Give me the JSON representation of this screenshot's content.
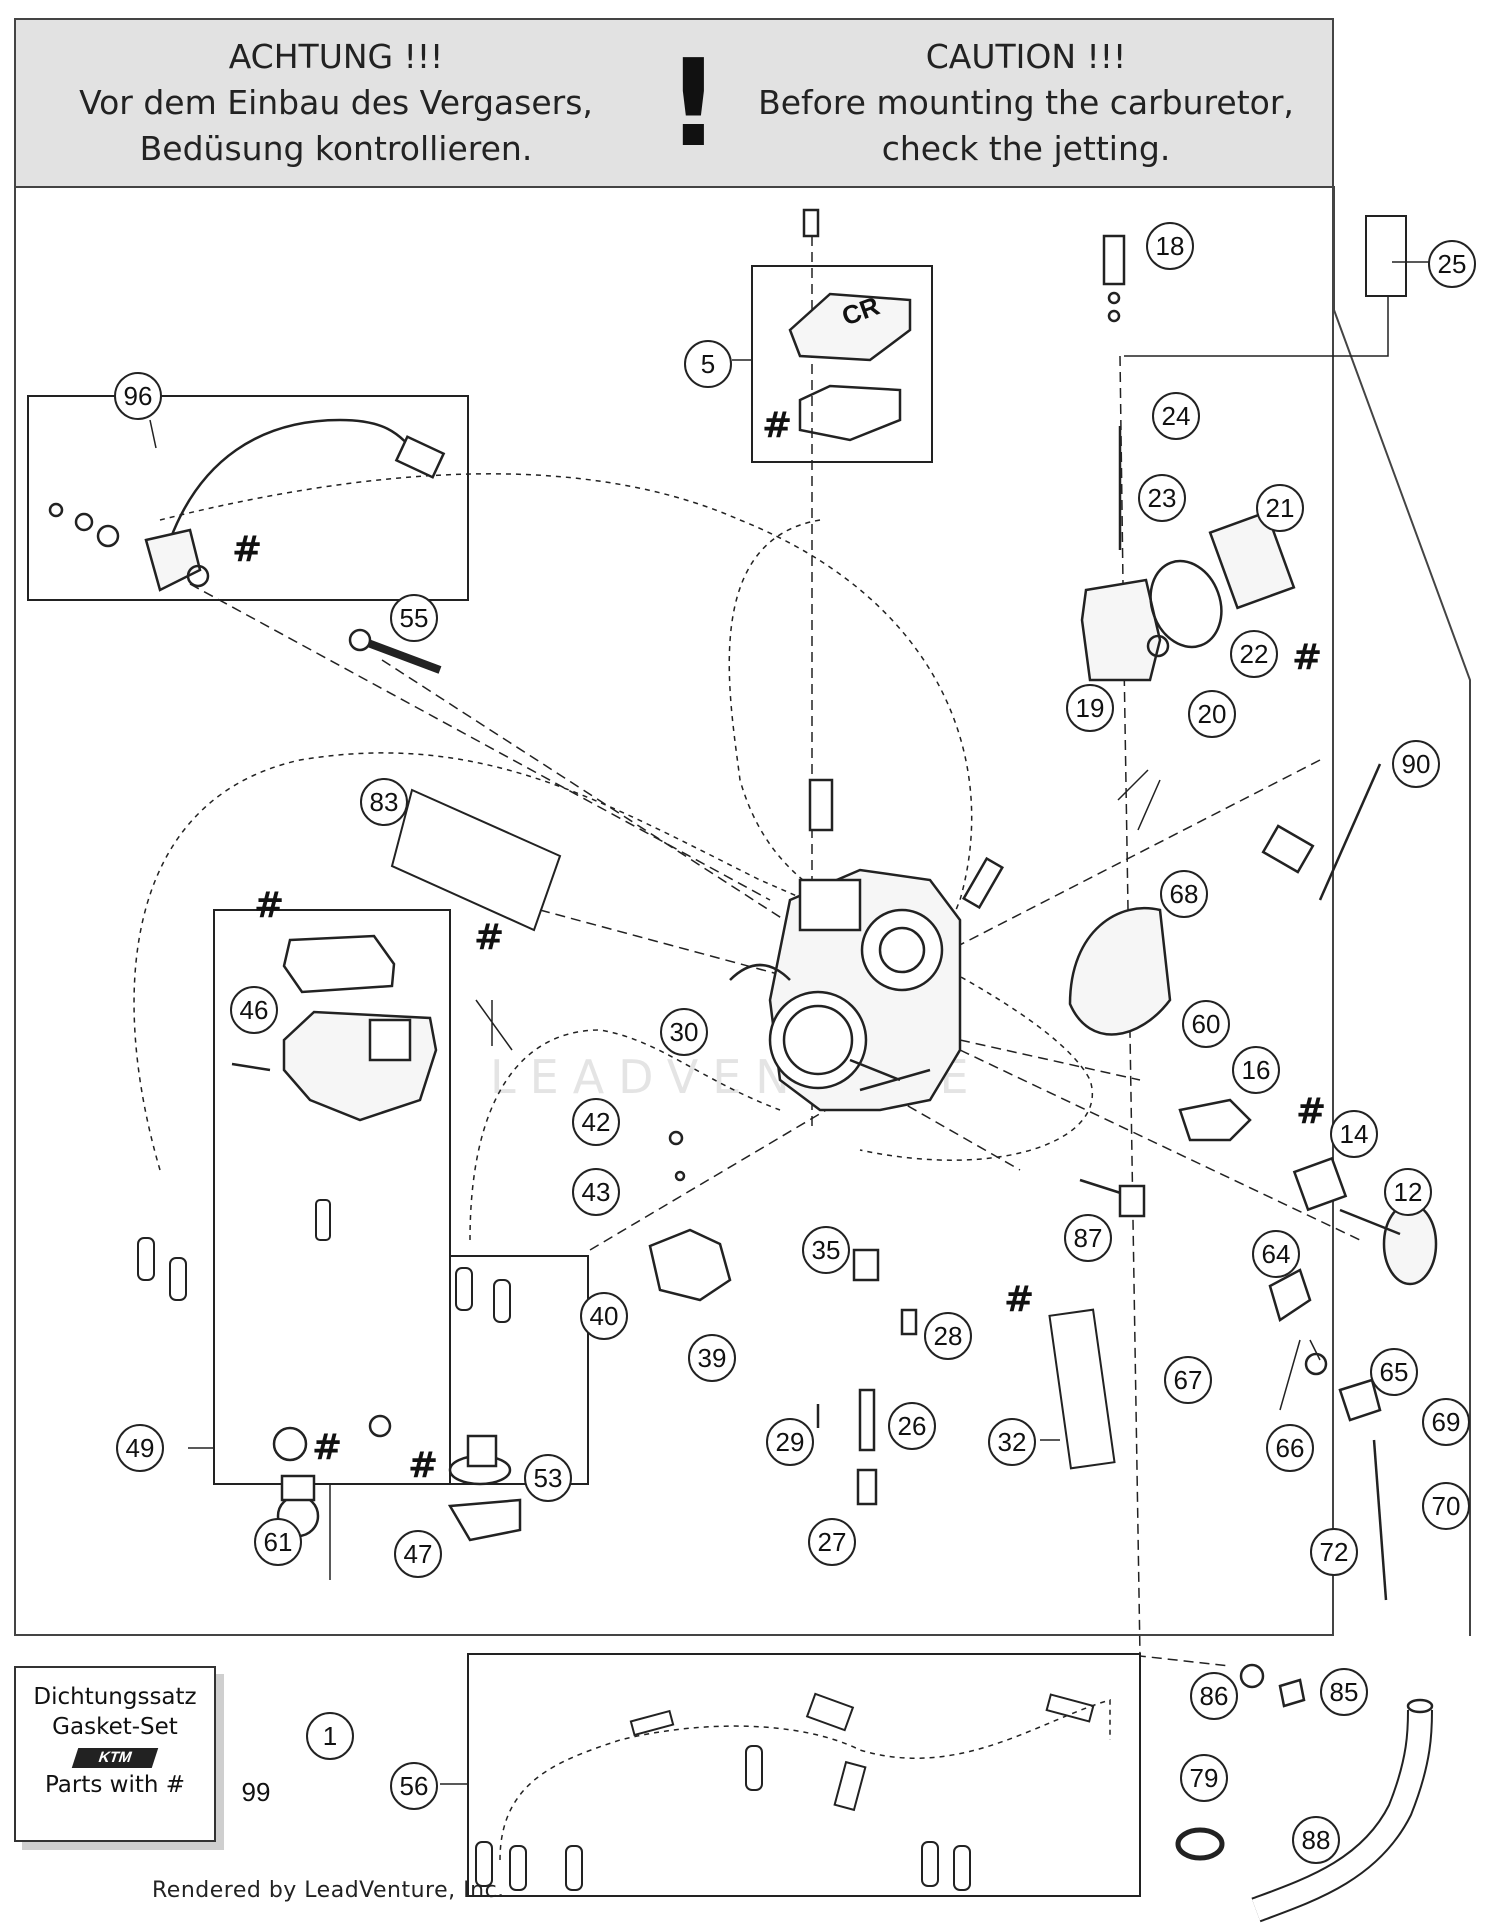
{
  "warning": {
    "de_title": "ACHTUNG !!!",
    "de_line1": "Vor dem Einbau des Vergasers,",
    "de_line2": "Bedüsung kontrollieren.",
    "symbol": "!",
    "en_title": "CAUTION !!!",
    "en_line1": "Before mounting the carburetor,",
    "en_line2": "check the jetting."
  },
  "cover_lettering": "CR",
  "watermark": "LEADVENTURE",
  "gasket_set": {
    "line1": "Dichtungssatz",
    "line2": "Gasket-Set",
    "brand": "KTM",
    "line3": "Parts with #",
    "number": "99"
  },
  "hash_symbol": "#",
  "credit": "Rendered by LeadVenture, Inc.",
  "callouts": [
    "1",
    "5",
    "12",
    "14",
    "16",
    "18",
    "19",
    "20",
    "21",
    "22",
    "23",
    "24",
    "25",
    "26",
    "27",
    "28",
    "29",
    "30",
    "32",
    "35",
    "39",
    "40",
    "42",
    "43",
    "46",
    "47",
    "49",
    "53",
    "55",
    "56",
    "60",
    "61",
    "64",
    "65",
    "66",
    "67",
    "68",
    "69",
    "70",
    "72",
    "79",
    "83",
    "85",
    "86",
    "87",
    "88",
    "90",
    "96",
    "99"
  ],
  "colors": {
    "banner": "#e2e2e2",
    "line": "#222222",
    "frame": "#444444"
  }
}
